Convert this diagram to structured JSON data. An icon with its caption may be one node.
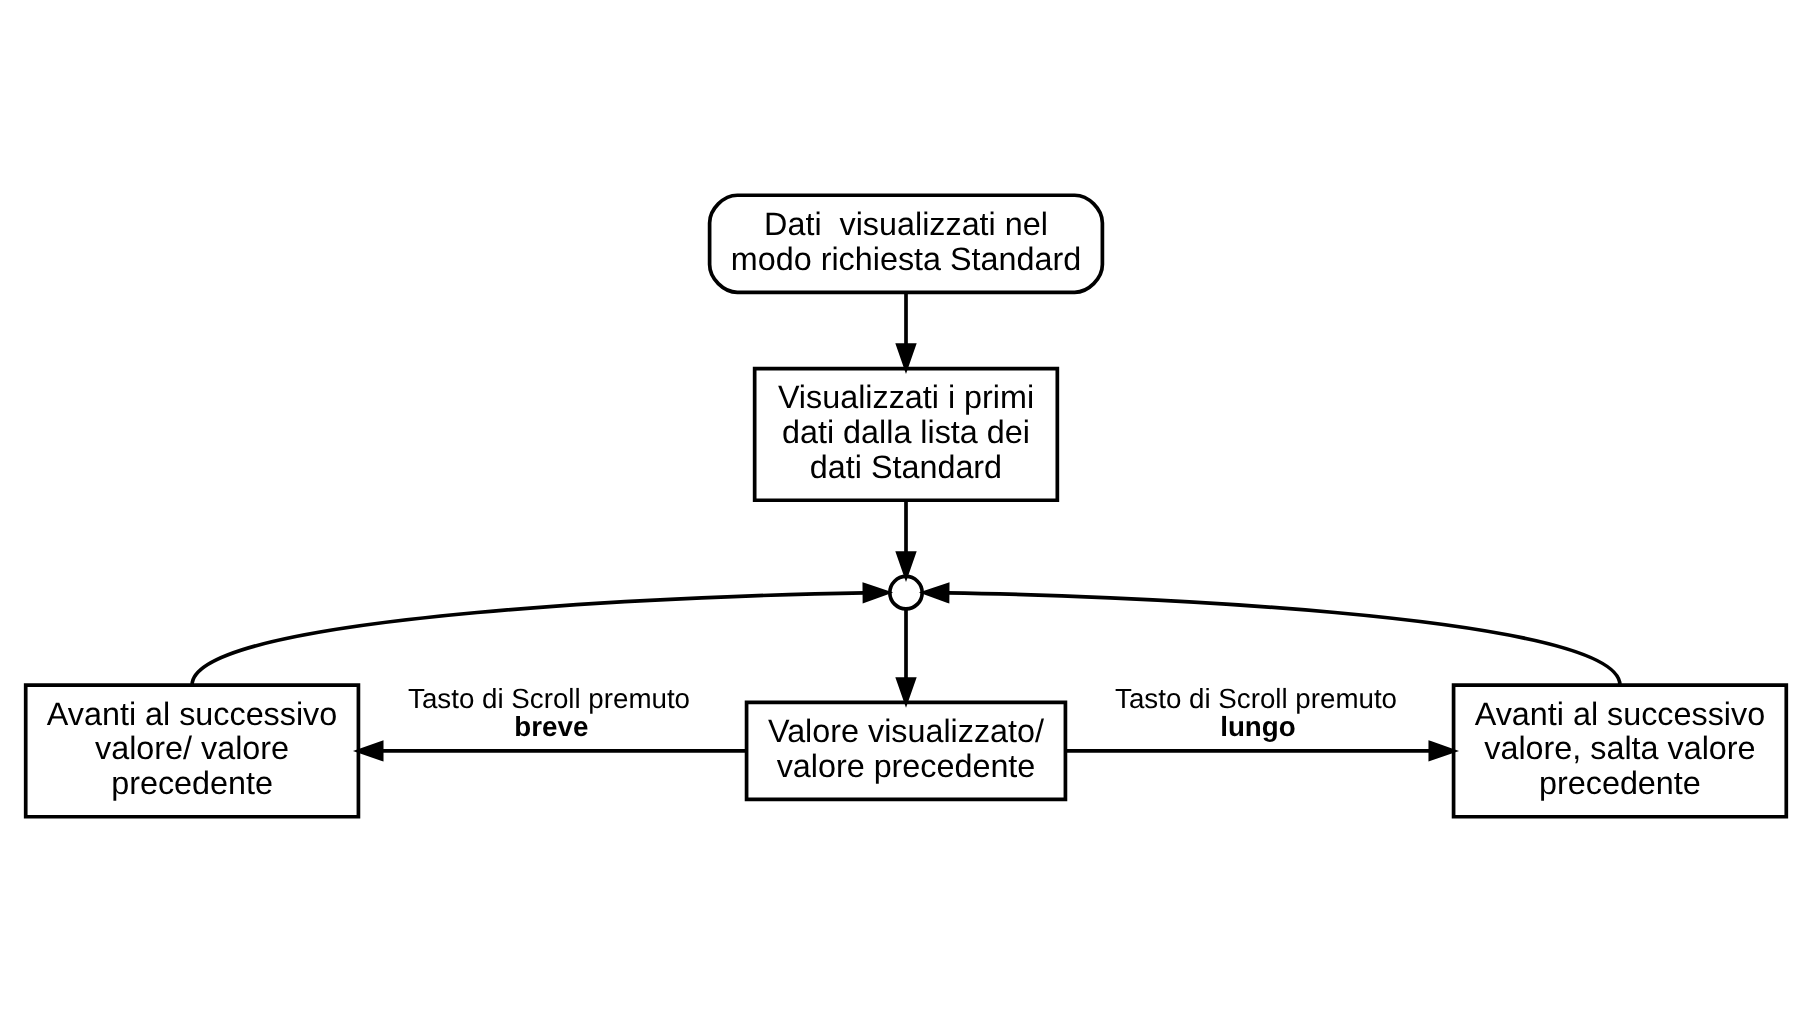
{
  "diagram": {
    "nodes": [
      {
        "text": [
          "Dati  visualizzati nel modo richiesta Standard"
        ]
      },
      {
        "text": [
          "Visualizzati i primi dati dalla lista dei dati Standard"
        ]
      },
      {
        "text": [],
        "shape": "circle"
      },
      {
        "text": [
          "Avanti al successivo valore/ valore precedente"
        ]
      },
      {
        "text": [
          "Valore visualizzato/ valore precedente"
        ]
      },
      {
        "text": [
          "Avanti al successivo valore, salta valore precedente"
        ]
      }
    ],
    "edges": [
      {
        "from": 0,
        "to": 1,
        "arrow": "to"
      },
      {
        "from": 1,
        "to": 2,
        "arrow": "to"
      },
      {
        "from": 3,
        "to": 2,
        "arrow": "to"
      },
      {
        "from": 5,
        "to": 2,
        "arrow": "to"
      },
      {
        "from": 2,
        "to": 4,
        "arrow": "to"
      },
      {
        "from": 4,
        "to": 3,
        "arrow": "to",
        "label": "Tasto di Scroll premuto **breve**"
      },
      {
        "from": 4,
        "to": 5,
        "arrow": "to",
        "label": "Tasto di Scroll premuto **lungo**"
      }
    ]
  }
}
